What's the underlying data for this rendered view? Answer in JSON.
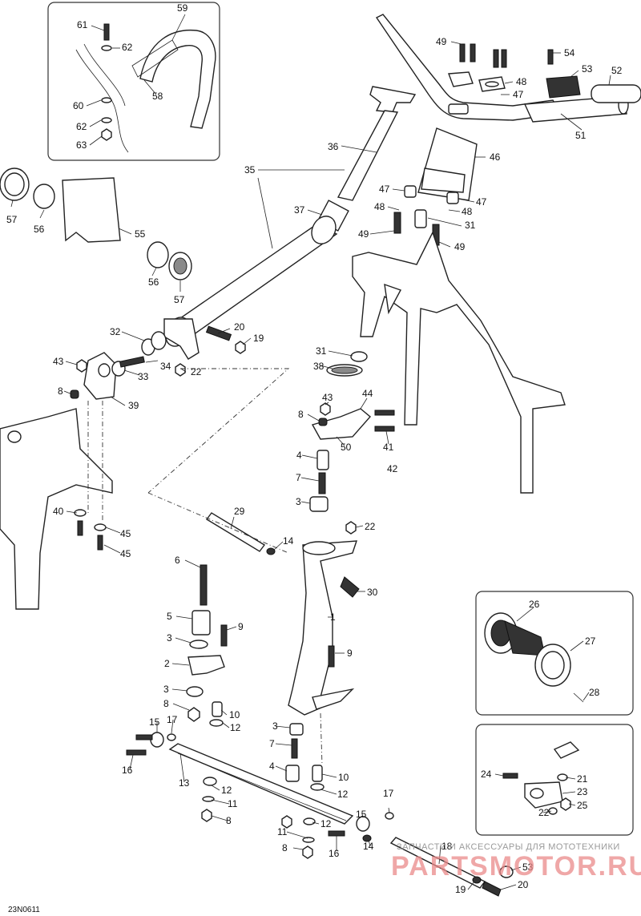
{
  "drawing_code": "23N0611",
  "watermark": {
    "caption": "ЗАПЧАСТИ И АКСЕССУАРЫ ДЛЯ МОТОТЕХНИКИ",
    "brand": "PARTSMOTOR.RU"
  },
  "callouts": [
    {
      "id": "c59",
      "n": "59"
    },
    {
      "id": "c61",
      "n": "61"
    },
    {
      "id": "c62a",
      "n": "62"
    },
    {
      "id": "c58",
      "n": "58"
    },
    {
      "id": "c60",
      "n": "60"
    },
    {
      "id": "c62b",
      "n": "62"
    },
    {
      "id": "c63",
      "n": "63"
    },
    {
      "id": "c49a",
      "n": "49"
    },
    {
      "id": "c54",
      "n": "54"
    },
    {
      "id": "c53a",
      "n": "53"
    },
    {
      "id": "c52",
      "n": "52"
    },
    {
      "id": "c48a",
      "n": "48"
    },
    {
      "id": "c47a",
      "n": "47"
    },
    {
      "id": "c51",
      "n": "51"
    },
    {
      "id": "c36",
      "n": "36"
    },
    {
      "id": "c46",
      "n": "46"
    },
    {
      "id": "c35",
      "n": "35"
    },
    {
      "id": "c47b",
      "n": "47"
    },
    {
      "id": "c47c",
      "n": "47"
    },
    {
      "id": "c48b",
      "n": "48"
    },
    {
      "id": "c48c",
      "n": "48"
    },
    {
      "id": "c37",
      "n": "37"
    },
    {
      "id": "c31a",
      "n": "31"
    },
    {
      "id": "c49b",
      "n": "49"
    },
    {
      "id": "c49c",
      "n": "49"
    },
    {
      "id": "c57a",
      "n": "57"
    },
    {
      "id": "c56a",
      "n": "56"
    },
    {
      "id": "c55",
      "n": "55"
    },
    {
      "id": "c56b",
      "n": "56"
    },
    {
      "id": "c57b",
      "n": "57"
    },
    {
      "id": "c32",
      "n": "32"
    },
    {
      "id": "c20a",
      "n": "20"
    },
    {
      "id": "c19a",
      "n": "19"
    },
    {
      "id": "c43a",
      "n": "43"
    },
    {
      "id": "c34",
      "n": "34"
    },
    {
      "id": "c22a",
      "n": "22"
    },
    {
      "id": "c33",
      "n": "33"
    },
    {
      "id": "c31b",
      "n": "31"
    },
    {
      "id": "c38",
      "n": "38"
    },
    {
      "id": "c8a",
      "n": "8"
    },
    {
      "id": "c39",
      "n": "39"
    },
    {
      "id": "c43b",
      "n": "43"
    },
    {
      "id": "c44",
      "n": "44"
    },
    {
      "id": "c8b",
      "n": "8"
    },
    {
      "id": "c50",
      "n": "50"
    },
    {
      "id": "c41",
      "n": "41"
    },
    {
      "id": "c4a",
      "n": "4"
    },
    {
      "id": "c42",
      "n": "42"
    },
    {
      "id": "c7a",
      "n": "7"
    },
    {
      "id": "c3a",
      "n": "3"
    },
    {
      "id": "c40",
      "n": "40"
    },
    {
      "id": "c29",
      "n": "29"
    },
    {
      "id": "c22b",
      "n": "22"
    },
    {
      "id": "c45a",
      "n": "45"
    },
    {
      "id": "c14a",
      "n": "14"
    },
    {
      "id": "c45b",
      "n": "45"
    },
    {
      "id": "c6",
      "n": "6"
    },
    {
      "id": "c30",
      "n": "30"
    },
    {
      "id": "c26",
      "n": "26"
    },
    {
      "id": "c1",
      "n": "1"
    },
    {
      "id": "c5",
      "n": "5"
    },
    {
      "id": "c9a",
      "n": "9"
    },
    {
      "id": "c3b",
      "n": "3"
    },
    {
      "id": "c27",
      "n": "27"
    },
    {
      "id": "c9b",
      "n": "9"
    },
    {
      "id": "c2",
      "n": "2"
    },
    {
      "id": "c28",
      "n": "28"
    },
    {
      "id": "c3c",
      "n": "3"
    },
    {
      "id": "c8c",
      "n": "8"
    },
    {
      "id": "c10a",
      "n": "10"
    },
    {
      "id": "c12a",
      "n": "12"
    },
    {
      "id": "c15a",
      "n": "15"
    },
    {
      "id": "c17a",
      "n": "17"
    },
    {
      "id": "c3d",
      "n": "3"
    },
    {
      "id": "c7b",
      "n": "7"
    },
    {
      "id": "c16a",
      "n": "16"
    },
    {
      "id": "c13",
      "n": "13"
    },
    {
      "id": "c4b",
      "n": "4"
    },
    {
      "id": "c10b",
      "n": "10"
    },
    {
      "id": "c24",
      "n": "24"
    },
    {
      "id": "c21",
      "n": "21"
    },
    {
      "id": "c23",
      "n": "23"
    },
    {
      "id": "c12b",
      "n": "12"
    },
    {
      "id": "c12c",
      "n": "12"
    },
    {
      "id": "c15b",
      "n": "15"
    },
    {
      "id": "c17b",
      "n": "17"
    },
    {
      "id": "c11a",
      "n": "11"
    },
    {
      "id": "c22c",
      "n": "22"
    },
    {
      "id": "c25",
      "n": "25"
    },
    {
      "id": "c8d",
      "n": "8"
    },
    {
      "id": "c12d",
      "n": "12"
    },
    {
      "id": "c11b",
      "n": "11"
    },
    {
      "id": "c14b",
      "n": "14"
    },
    {
      "id": "c16b",
      "n": "16"
    },
    {
      "id": "c18",
      "n": "18"
    },
    {
      "id": "c8e",
      "n": "8"
    },
    {
      "id": "c53b",
      "n": "53"
    },
    {
      "id": "c19b",
      "n": "19"
    },
    {
      "id": "c20b",
      "n": "20"
    }
  ]
}
